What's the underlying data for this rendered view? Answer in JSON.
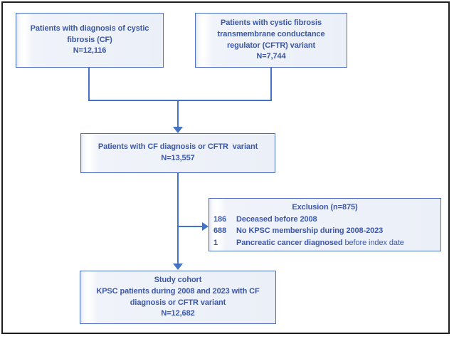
{
  "figure": {
    "type": "flow-diagram",
    "boxes": {
      "cf_diagnosis": {
        "lines": [
          "Patients with diagnosis of cystic",
          "fibrosis (CF)",
          "N=12,116"
        ]
      },
      "cftr_variant": {
        "lines": [
          "Patients with cystic fibrosis",
          "transmembrane conductance",
          "regulator (CFTR) variant",
          "N=7,744"
        ]
      },
      "combined": {
        "lines": [
          "Patients with CF diagnosis or CFTR  variant",
          "N=13,557"
        ]
      },
      "exclusion": {
        "title": "Exclusion (n=875)",
        "rows": [
          {
            "count": "186",
            "text": "Deceased before 2008",
            "text_light": ""
          },
          {
            "count": "688",
            "text": "No KPSC membership during 2008-2023",
            "text_light": ""
          },
          {
            "count": "1",
            "text": "Pancreatic cancer diagnosed",
            "text_light": "before index date"
          }
        ]
      },
      "study_cohort": {
        "lines": [
          "Study cohort",
          "KPSC patients during 2008 and 2023 with CF",
          "diagnosis or CFTR variant",
          "N=12,682"
        ]
      }
    },
    "colors": {
      "figure_border": "#1d1d1d",
      "box_border": "#4d6fbe",
      "box_fill": "#ebeff7",
      "text_color": "#3b57a8",
      "connector": "#4472c4"
    }
  }
}
